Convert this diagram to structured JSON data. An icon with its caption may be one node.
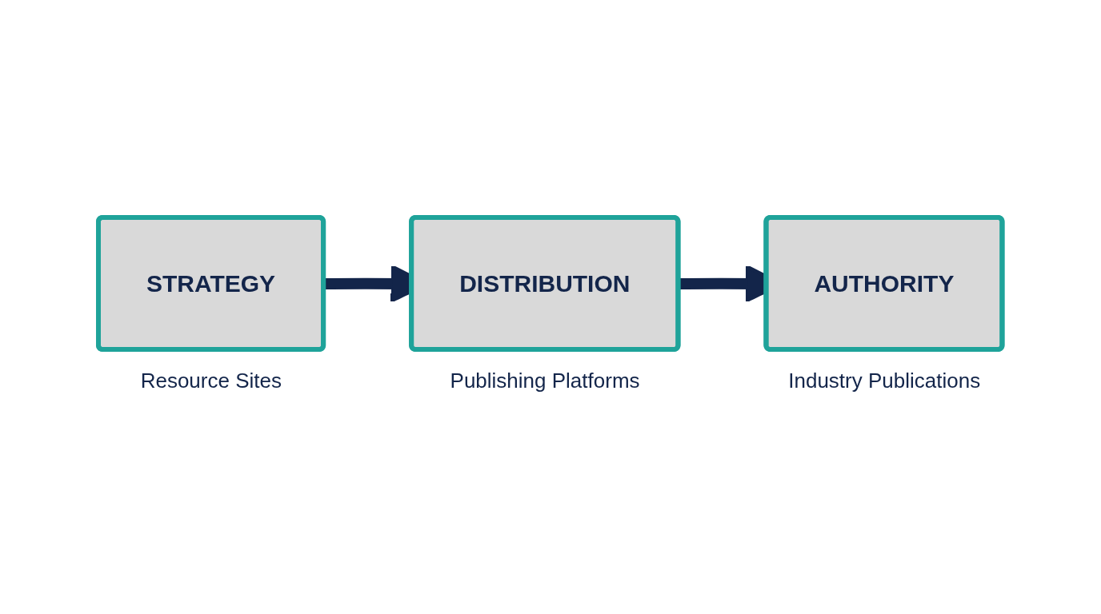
{
  "diagram": {
    "nodes": [
      {
        "text": [
          "STRATEGY"
        ],
        "beside": [
          "Resource Sites"
        ]
      },
      {
        "text": [
          "DISTRIBUTION"
        ],
        "beside": [
          "Publishing Platforms"
        ]
      },
      {
        "text": [
          "AUTHORITY"
        ],
        "beside": [
          "Industry Publications"
        ]
      }
    ],
    "edges": [
      {
        "from": 0,
        "to": 1,
        "arrow": "to"
      },
      {
        "from": 1,
        "to": 2,
        "arrow": "to"
      }
    ]
  }
}
